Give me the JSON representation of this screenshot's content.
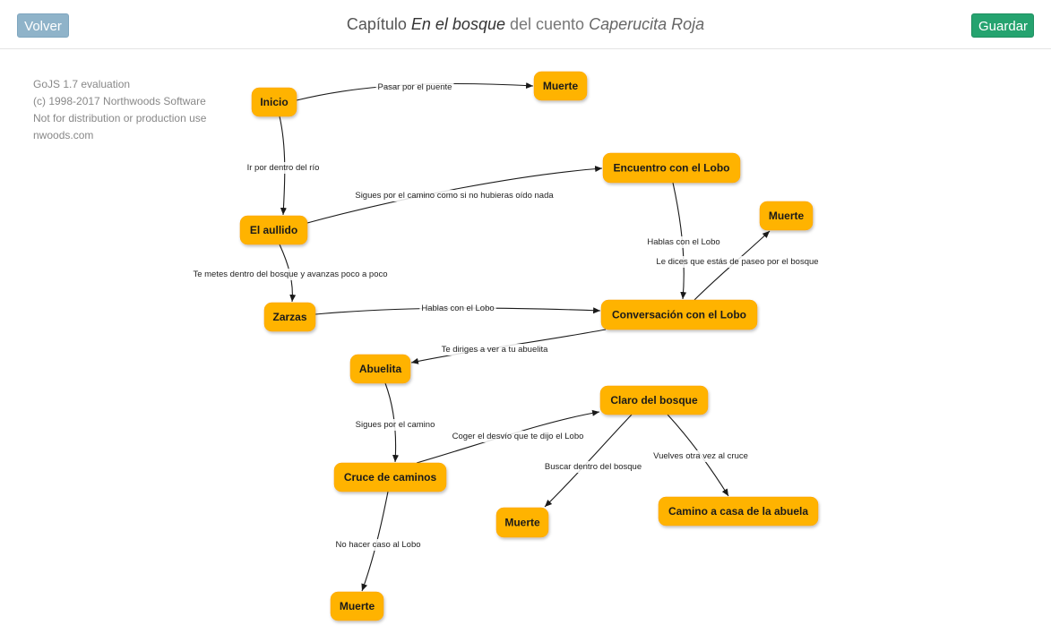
{
  "header": {
    "back_label": "Volver",
    "save_label": "Guardar",
    "title_prefix": "Capítulo",
    "chapter_name": "En el bosque",
    "title_middle": "del cuento",
    "story_name": "Caperucita Roja"
  },
  "watermark": {
    "line1": "GoJS 1.7 evaluation",
    "line2": "(c) 1998-2017 Northwoods Software",
    "line3": "Not for distribution or production use",
    "line4": "nwoods.com"
  },
  "colors": {
    "node_fill": "#ffb300",
    "back_button": "#8fb3c9",
    "save_button": "#25a36f"
  },
  "diagram": {
    "nodes": [
      {
        "id": "inicio",
        "label": "Inicio"
      },
      {
        "id": "muerte1",
        "label": "Muerte"
      },
      {
        "id": "encuentro",
        "label": "Encuentro con el Lobo"
      },
      {
        "id": "muerte2",
        "label": "Muerte"
      },
      {
        "id": "aullido",
        "label": "El aullido"
      },
      {
        "id": "zarzas",
        "label": "Zarzas"
      },
      {
        "id": "conversacion",
        "label": "Conversación con el Lobo"
      },
      {
        "id": "abuelita",
        "label": "Abuelita"
      },
      {
        "id": "claro",
        "label": "Claro del bosque"
      },
      {
        "id": "cruce",
        "label": "Cruce de caminos"
      },
      {
        "id": "muerte3",
        "label": "Muerte"
      },
      {
        "id": "camino",
        "label": "Camino a casa de la abuela"
      },
      {
        "id": "muerte4",
        "label": "Muerte"
      }
    ],
    "edges": [
      {
        "from": "inicio",
        "to": "muerte1",
        "label": "Pasar por el puente"
      },
      {
        "from": "inicio",
        "to": "aullido",
        "label": "Ir por dentro del río"
      },
      {
        "from": "aullido",
        "to": "encuentro",
        "label": "Sigues por el camino como si no hubieras oído nada"
      },
      {
        "from": "aullido",
        "to": "zarzas",
        "label": "Te metes dentro del bosque y avanzas poco a poco"
      },
      {
        "from": "encuentro",
        "to": "conversacion",
        "label": "Hablas con el Lobo"
      },
      {
        "from": "conversacion",
        "to": "muerte2",
        "label": "Le dices que estás de paseo por el bosque"
      },
      {
        "from": "zarzas",
        "to": "conversacion",
        "label": "Hablas con el Lobo"
      },
      {
        "from": "conversacion",
        "to": "abuelita",
        "label": "Te diriges a ver a tu abuelita"
      },
      {
        "from": "abuelita",
        "to": "cruce",
        "label": "Sigues por el camino"
      },
      {
        "from": "cruce",
        "to": "claro",
        "label": "Coger el desvío que te dijo el Lobo"
      },
      {
        "from": "claro",
        "to": "muerte3",
        "label": "Buscar dentro del bosque"
      },
      {
        "from": "claro",
        "to": "camino",
        "label": "Vuelves otra vez al cruce"
      },
      {
        "from": "cruce",
        "to": "muerte4",
        "label": "No hacer caso al Lobo"
      }
    ]
  }
}
